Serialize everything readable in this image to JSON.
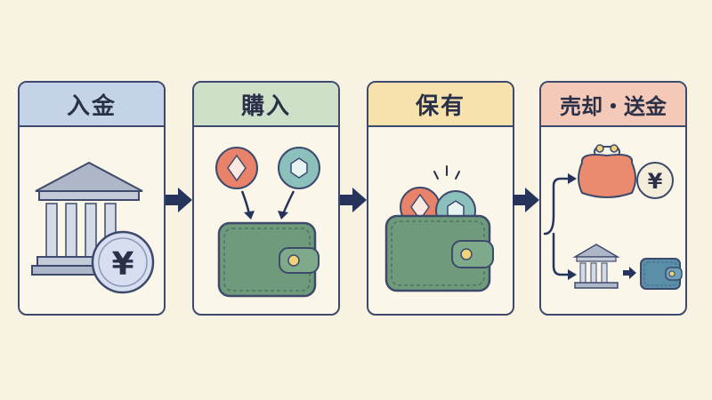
{
  "steps": [
    {
      "title": "入金",
      "color": "#c5d3e8",
      "icon": "bank-with-yen-coin-icon"
    },
    {
      "title": "購入",
      "color": "#cfe0c8",
      "icon": "coins-into-wallet-icon"
    },
    {
      "title": "保有",
      "color": "#f7e2ad",
      "icon": "wallet-holding-coins-icon"
    },
    {
      "title": "売却・送金",
      "color": "#f4c9b8",
      "icon": "coin-purse-and-bank-transfer-icon"
    }
  ],
  "yen_symbol": "¥",
  "colors": {
    "outline": "#3d4a6b",
    "wallet_green": "#6f9a7c",
    "wallet_blue": "#5b8fa8",
    "coin_red": "#e8826a",
    "coin_teal": "#8cc0bd",
    "purse_red": "#ea8a6e",
    "bank_grey": "#aeb7c8"
  }
}
